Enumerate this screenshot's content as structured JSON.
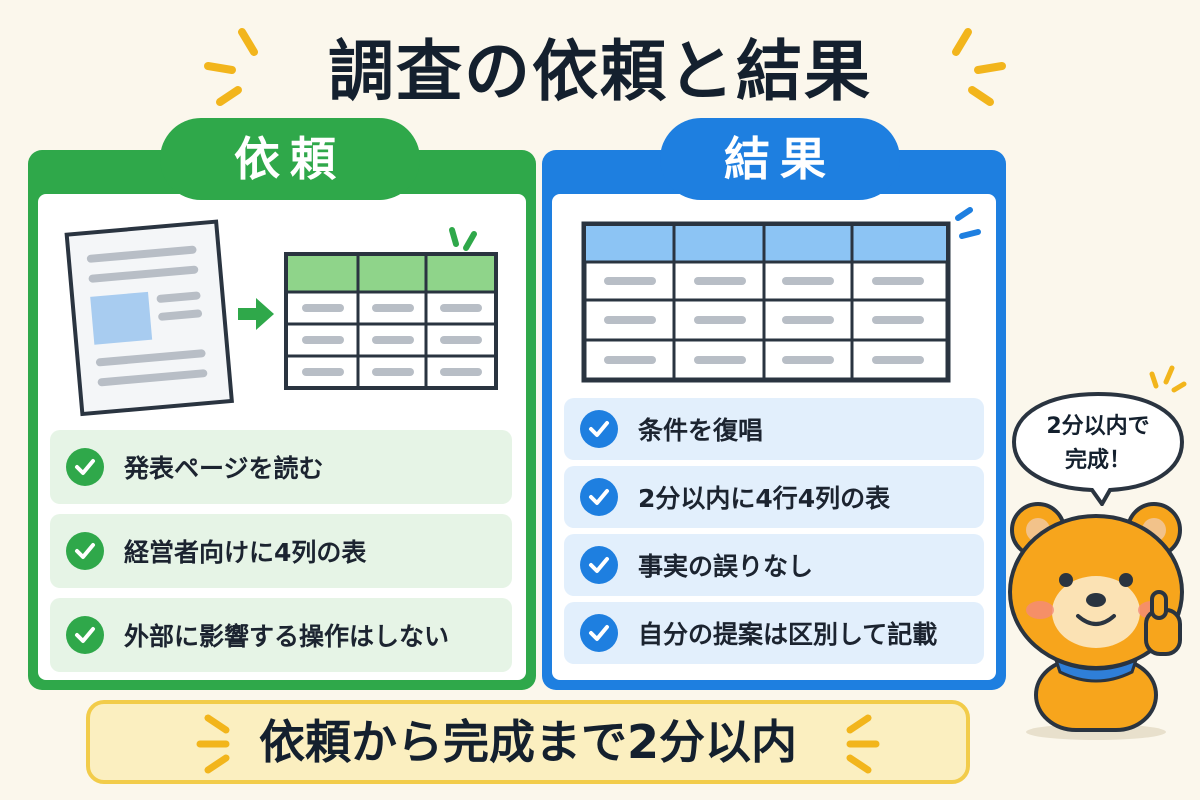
{
  "title": "調査の依頼と結果",
  "request": {
    "heading": "依頼",
    "items": [
      "発表ページを読む",
      "経営者向けに4列の表",
      "外部に影響する操作はしない"
    ]
  },
  "result": {
    "heading": "結果",
    "items": [
      "条件を復唱",
      "2分以内に4行4列の表",
      "事実の誤りなし",
      "自分の提案は区別して記載"
    ]
  },
  "banner": "依頼から完成まで2分以内",
  "speech": {
    "line1": "2分以内で",
    "line2": "完成！"
  },
  "colors": {
    "green": "#2fa84a",
    "blue": "#1e7fe0",
    "yellow": "#f2cc4a",
    "background": "#fbf7ec"
  },
  "icons": [
    "check-icon",
    "document-icon",
    "arrow-right-icon",
    "table-icon",
    "bear-mascot",
    "speech-bubble"
  ]
}
